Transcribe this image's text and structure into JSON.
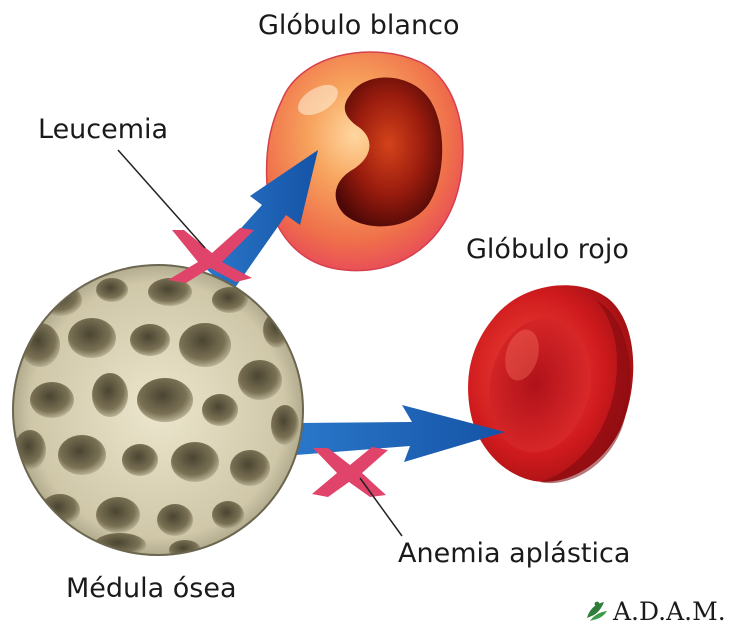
{
  "labels": {
    "white_blood_cell": "Glóbulo blanco",
    "leukemia": "Leucemia",
    "red_blood_cell": "Glóbulo rojo",
    "aplastic_anemia": "Anemia aplástica",
    "bone_marrow": "Médula ósea"
  },
  "logo": {
    "text": "A.D.A.M.",
    "icon": "leaf-figure-icon"
  },
  "colors": {
    "arrow_blue": "#1f63b5",
    "block_x_pink": "#e0446a",
    "red_cell": "#c8161c",
    "white_cell_orange": "#f0873a",
    "marrow_bone": "#c9c2a6"
  }
}
